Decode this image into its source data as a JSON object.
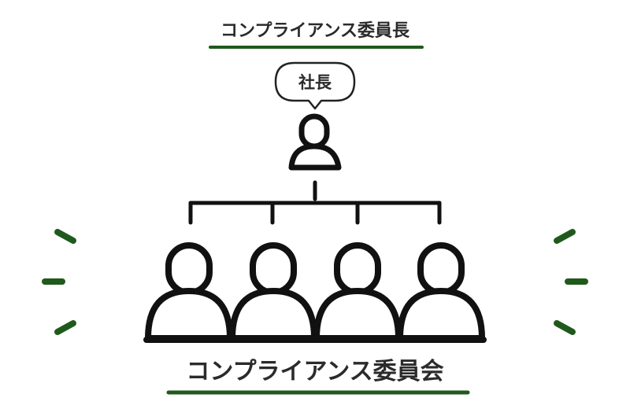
{
  "top_title": "コンプライアンス委員長",
  "president_label": "社長",
  "bottom_title": "コンプライアンス委員会",
  "colors": {
    "accent_green": "#1f5a1c",
    "line": "#111111",
    "text": "#2b2b2b"
  }
}
